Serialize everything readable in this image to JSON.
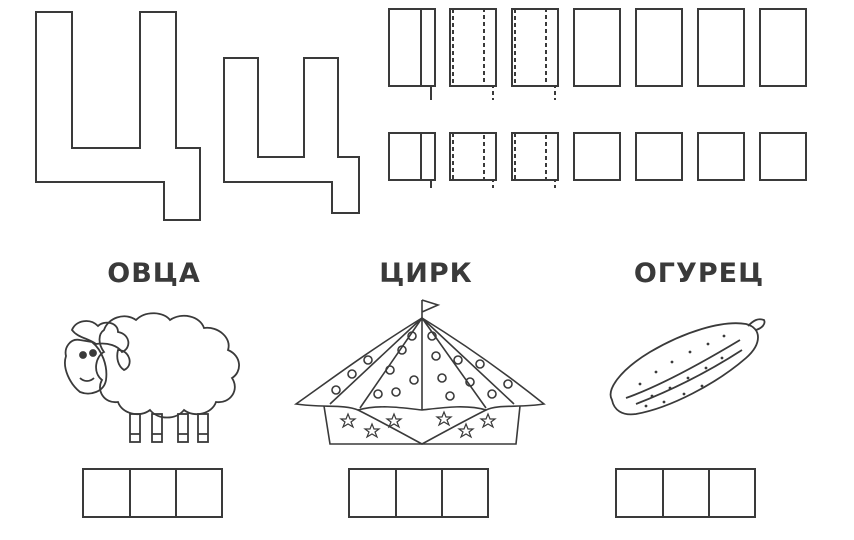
{
  "letter": {
    "uppercase": "Ц",
    "lowercase": "ц"
  },
  "tracing_rows": [
    {
      "row": "uppercase",
      "cells": 7,
      "guided_cells": 3
    },
    {
      "row": "lowercase",
      "cells": 7,
      "guided_cells": 3
    }
  ],
  "words": [
    {
      "text": "ОВЦА",
      "picture": "sheep-icon",
      "letter_boxes": 3
    },
    {
      "text": "ЦИРК",
      "picture": "circus-tent-icon",
      "letter_boxes": 3
    },
    {
      "text": "ОГУРЕЦ",
      "picture": "cucumber-icon",
      "letter_boxes": 3
    }
  ],
  "colors": {
    "ink": "#3a3a3a",
    "paper": "#ffffff"
  }
}
